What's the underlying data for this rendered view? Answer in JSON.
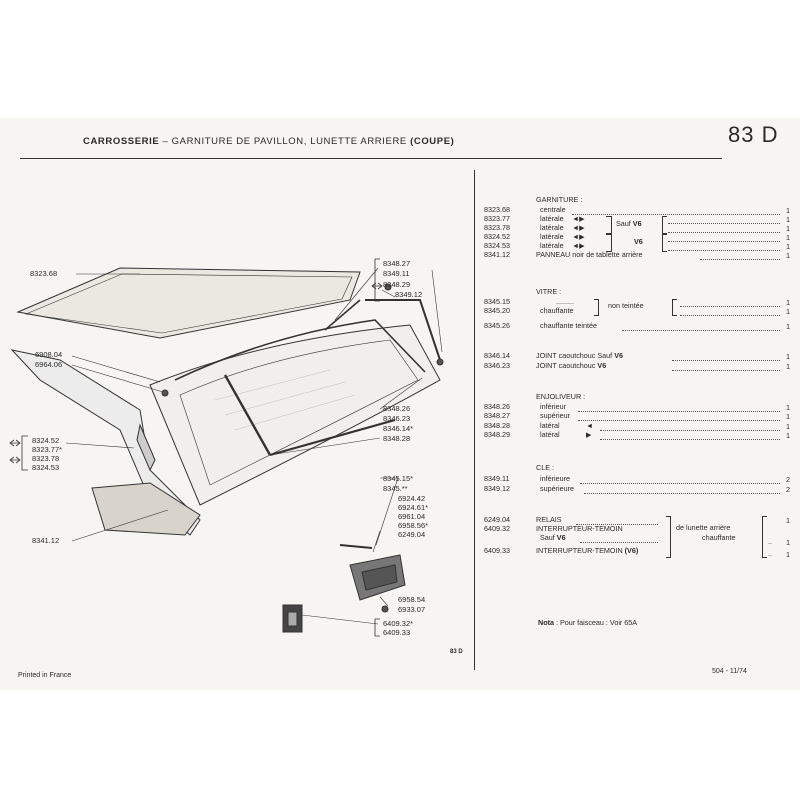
{
  "header": {
    "category": "CARROSSERIE",
    "title": "– GARNITURE DE PAVILLON, LUNETTE ARRIERE",
    "variant": "(COUPE)",
    "page_number": "83 D"
  },
  "figure": {
    "figure_code": "83 D",
    "callouts": {
      "c8323_68": "8323.68",
      "c6908_04": "6908.04",
      "c6964_06": "6964.06",
      "c8324_52": "8324.52",
      "c8323_77": "8323.77*",
      "c8323_78": "8323.78",
      "c8324_53": "8324.53",
      "c8341_12": "8341.12",
      "c8348_27": "8348.27",
      "c8349_11": "8349.11",
      "c8348_29": "8348.29",
      "c8349_12": "8349.12",
      "c8348_26": "8348.26",
      "c8346_23": "8346.23",
      "c8346_14": "8346.14*",
      "c8348_28": "8348.28",
      "c8345_15": "8345.15*",
      "c8345_xx": "8345.**",
      "c6924_42": "6924.42",
      "c6924_61": "6924.61*",
      "c6961_04": "6961.04",
      "c6958_56": "6958.56*",
      "c6249_04": "6249.04",
      "c6958_54": "6958.54",
      "c6933_07": "6933.07",
      "c6409_32": "6409.32*",
      "c6409_33": "6409.33"
    }
  },
  "catalog": {
    "garniture": {
      "heading": "GARNITURE :",
      "rows": [
        {
          "ref": "8323.68",
          "desc": "centrale",
          "qty": "1"
        },
        {
          "ref": "8323.77",
          "desc": "latérale",
          "qty": "1"
        },
        {
          "ref": "8323.78",
          "desc": "latérale",
          "qty": "1"
        },
        {
          "ref": "8324.52",
          "desc": "latérale",
          "qty": "1"
        },
        {
          "ref": "8324.53",
          "desc": "latérale",
          "qty": "1"
        },
        {
          "ref": "8341.12",
          "desc": "PANNEAU noir de tablette arrière",
          "qty": "1"
        }
      ],
      "sauf_label": "Sauf",
      "v6_label": "V6"
    },
    "vitre": {
      "heading": "VITRE :",
      "rows": [
        {
          "ref": "8345.15",
          "desc": ".........",
          "qty": "1"
        },
        {
          "ref": "8345.20",
          "desc": "chauffante",
          "qty": "1"
        },
        {
          "ref": "8345.26",
          "desc": "chauffante teintée",
          "qty": "1"
        }
      ],
      "non_teintee": "non teintée"
    },
    "joint": {
      "rows": [
        {
          "ref": "8346.14",
          "desc": "JOINT caoutchouc Sauf",
          "v6": "V6",
          "qty": "1"
        },
        {
          "ref": "8346.23",
          "desc": "JOINT caoutchouc",
          "v6": "V6",
          "qty": "1"
        }
      ]
    },
    "enjoliveur": {
      "heading": "ENJOLIVEUR :",
      "rows": [
        {
          "ref": "8348.26",
          "desc": "inférieur",
          "qty": "1"
        },
        {
          "ref": "8348.27",
          "desc": "supérieur",
          "qty": "1"
        },
        {
          "ref": "8348.28",
          "desc": "latéral",
          "qty": "1"
        },
        {
          "ref": "8348.29",
          "desc": "latéral",
          "qty": "1"
        }
      ]
    },
    "cle": {
      "heading": "CLE :",
      "rows": [
        {
          "ref": "8349.11",
          "desc": "inférieure",
          "qty": "2"
        },
        {
          "ref": "8349.12",
          "desc": "supérieure",
          "qty": "2"
        }
      ]
    },
    "electrique": {
      "rows": [
        {
          "ref": "6249.04",
          "desc": "RELAIS",
          "qty": "1"
        },
        {
          "ref": "6409.32",
          "desc": "INTERRUPTEUR-TEMOIN",
          "qty": "1"
        },
        {
          "ref": "",
          "desc": "Sauf",
          "v6": "V6",
          "qty": ""
        },
        {
          "ref": "6409.33",
          "desc": "INTERRUPTEUR-TEMOIN",
          "v6": "(V6)",
          "qty": "1"
        }
      ],
      "group_label_1": "de lunette arrière",
      "group_label_2": "chauffante"
    },
    "nota": {
      "label": "Nota",
      "text": ": Pour faisceau : Voir 65A"
    }
  },
  "footer": {
    "printed": "Printed in France",
    "edition": "504 - 11/74"
  }
}
